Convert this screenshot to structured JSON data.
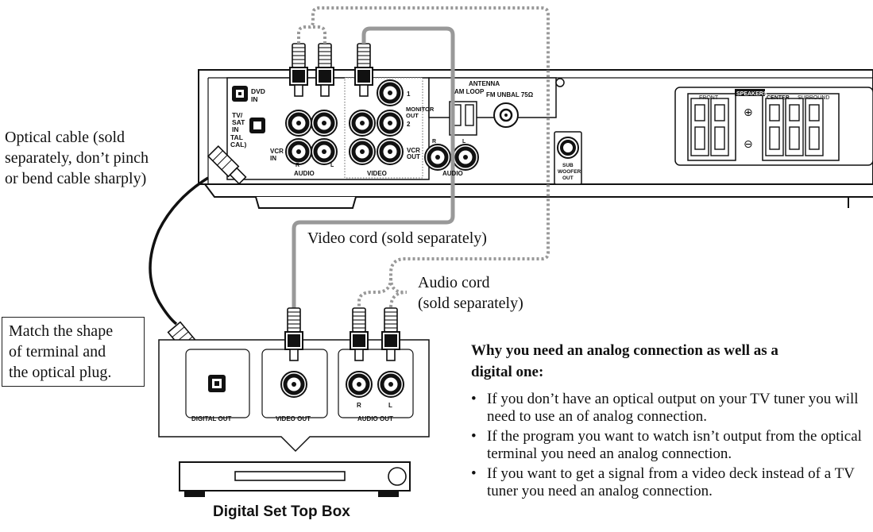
{
  "callouts": {
    "optical_cable": [
      "Optical cable (sold",
      "separately, don’t pinch",
      "or bend cable sharply)"
    ],
    "video_cord": "Video cord (sold separately)",
    "audio_cord": [
      "Audio cord",
      "(sold separately)"
    ],
    "match_shape": [
      "Match the shape",
      "of terminal and",
      "the optical plug."
    ]
  },
  "device_label": "Digital Set Top Box",
  "why": {
    "title": [
      "Why you need an analog connection as well as a",
      "digital one:"
    ],
    "bullets": [
      "If you don’t have an optical output on your TV tuner you will need to use an of analog connection.",
      "If the program you want to watch isn’t output from the optical terminal you need an analog connection.",
      "If you want to get a signal from a video deck instead of a TV tuner you need an analog connection."
    ]
  },
  "receiver_panel": {
    "dvd_in": [
      "DVD",
      "IN"
    ],
    "tv_sat_in": [
      "TV/",
      "SAT",
      "IN"
    ],
    "digital_local": [
      "TAL",
      "CAL)"
    ],
    "vcr_in": [
      "VCR",
      "IN"
    ],
    "vcr_out": [
      "VCR",
      "OUT"
    ],
    "monitor_out": [
      "MONITOR",
      "OUT"
    ],
    "num_1": "1",
    "num_2": "2",
    "audio": "AUDIO",
    "video": "VIDEO",
    "audio2": "AUDIO",
    "r": "R",
    "l": "L",
    "antenna": "ANTENNA",
    "am_loop": "AM LOOP",
    "fm_unbal": "FM UNBAL 75Ω",
    "sub_woofer_out": [
      "SUB",
      "WOOFER",
      "OUT"
    ],
    "front": "FRONT",
    "speakers": "SPEAKERS",
    "center": "CENTER",
    "surround": "SURROUND",
    "plus": "⊕",
    "minus": "⊖"
  },
  "stb_panel": {
    "digital_out": "DIGITAL OUT",
    "video_out": "VIDEO OUT",
    "audio_out": "AUDIO OUT",
    "r": "R",
    "l": "L"
  }
}
